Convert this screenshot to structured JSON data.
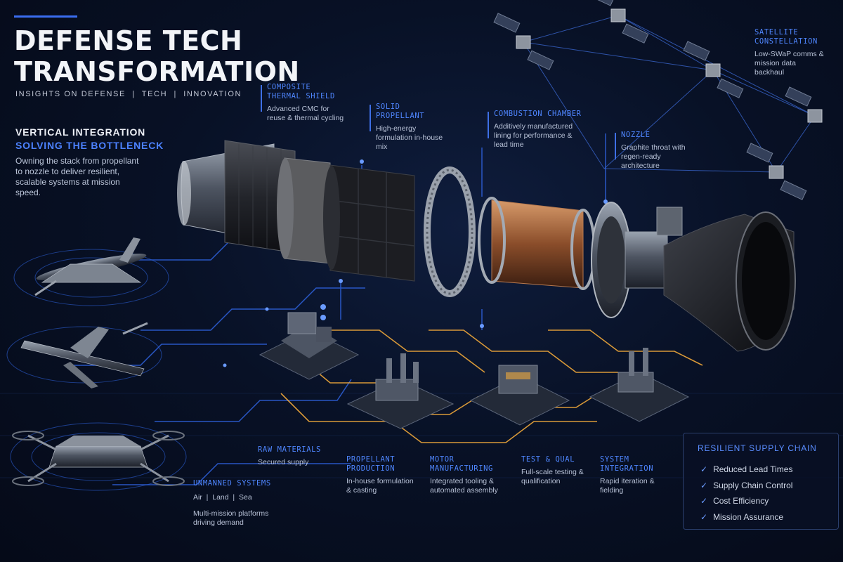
{
  "header": {
    "title": "DEFENSE TECH TRANSFORMATION",
    "subtitle": "INSIGHTS ON DEFENSE  |  TECH  |  INNOVATION"
  },
  "intro": {
    "heading": "VERTICAL INTEGRATION",
    "subheading": "SOLVING THE BOTTLENECK",
    "description": "Owning the stack from propellant to nozzle to deliver resilient, scalable systems at mission speed."
  },
  "components": [
    {
      "heading": "COMPOSITE THERMAL SHIELD",
      "description": "Advanced CMC for reuse & thermal cycling"
    },
    {
      "heading": "SOLID PROPELLANT",
      "description": "High-energy formulation in-house mix"
    },
    {
      "heading": "COMBUSTION CHAMBER",
      "description": "Additively manufactured lining for performance & lead time"
    },
    {
      "heading": "NOZZLE",
      "description": "Graphite throat with regen-ready architecture"
    }
  ],
  "satellite": {
    "heading": "SATELLITE CONSTELLATION",
    "description": "Low-SWaP comms & mission data backhaul"
  },
  "unmanned": {
    "heading": "UNMANNED SYSTEMS",
    "domains": "Air  |  Land  |  Sea",
    "description": "Multi-mission platforms driving demand"
  },
  "supply_chain_steps": [
    {
      "heading": "RAW MATERIALS",
      "description": "Secured supply"
    },
    {
      "heading": "PROPELLANT PRODUCTION",
      "description": "In-house formulation & casting"
    },
    {
      "heading": "MOTOR MANUFACTURING",
      "description": "Integrated tooling & automated assembly"
    },
    {
      "heading": "TEST & QUAL",
      "description": "Full-scale testing & qualification"
    },
    {
      "heading": "SYSTEM INTEGRATION",
      "description": "Rapid iteration & fielding"
    }
  ],
  "resilient": {
    "title": "RESILIENT SUPPLY CHAIN",
    "items": [
      "Reduced Lead Times",
      "Supply Chain Control",
      "Cost Efficiency",
      "Mission Assurance"
    ]
  },
  "colors": {
    "accent": "#4f86ff",
    "circuit": "#2f63e0",
    "circuit_glow": "#f0a83a",
    "background": "#081126"
  },
  "icons": {
    "check": "check-icon",
    "satellite": "satellite-icon",
    "drone": "drone-icon",
    "factory": "factory-icon",
    "motor": "rocket-motor-icon"
  }
}
